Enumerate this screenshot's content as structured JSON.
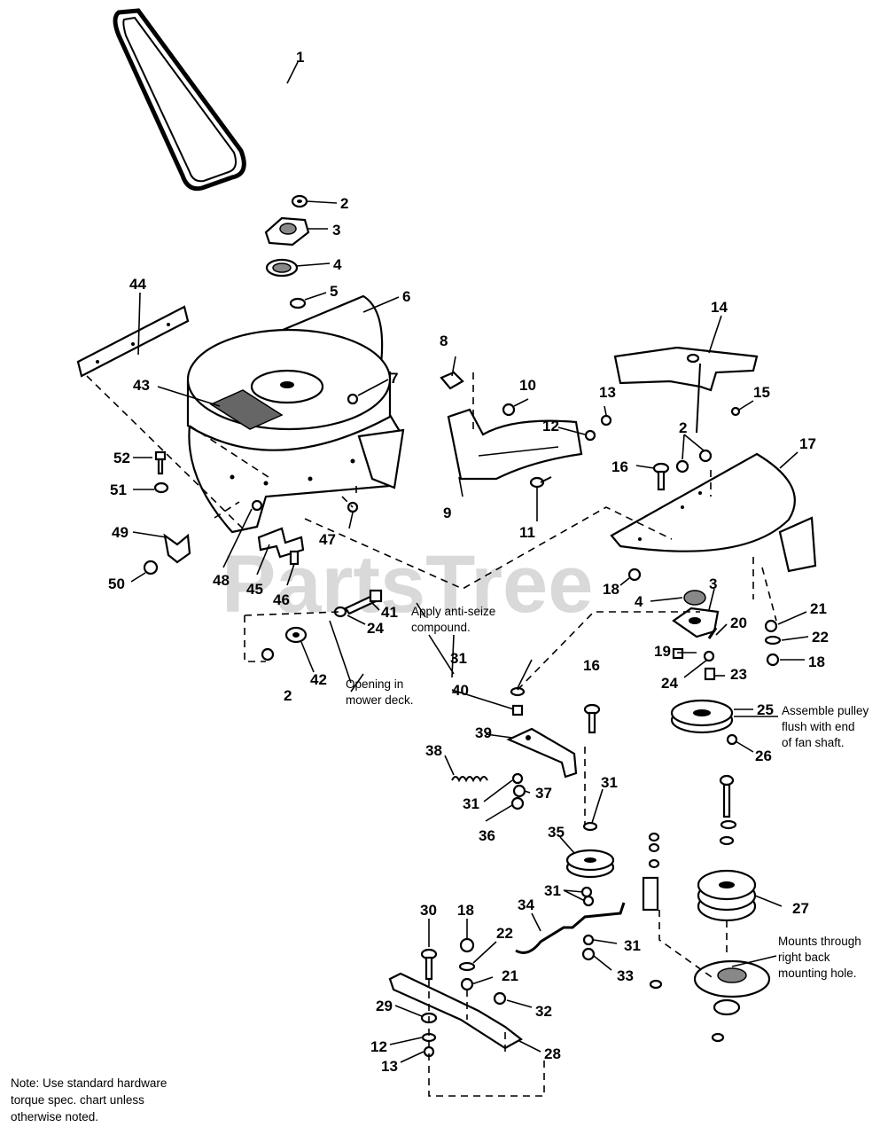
{
  "watermark": {
    "text": "PartsTree",
    "trademark": "™"
  },
  "callouts": [
    {
      "id": "c1",
      "text": "1"
    },
    {
      "id": "c2a",
      "text": "2"
    },
    {
      "id": "c3a",
      "text": "3"
    },
    {
      "id": "c4a",
      "text": "4"
    },
    {
      "id": "c5",
      "text": "5"
    },
    {
      "id": "c6",
      "text": "6"
    },
    {
      "id": "c7",
      "text": "7"
    },
    {
      "id": "c8",
      "text": "8"
    },
    {
      "id": "c9",
      "text": "9"
    },
    {
      "id": "c10",
      "text": "10"
    },
    {
      "id": "c11",
      "text": "11"
    },
    {
      "id": "c12a",
      "text": "12"
    },
    {
      "id": "c13a",
      "text": "13"
    },
    {
      "id": "c14",
      "text": "14"
    },
    {
      "id": "c15",
      "text": "15"
    },
    {
      "id": "c16a",
      "text": "16"
    },
    {
      "id": "c2b",
      "text": "2"
    },
    {
      "id": "c17",
      "text": "17"
    },
    {
      "id": "c18a",
      "text": "18"
    },
    {
      "id": "c4b",
      "text": "4"
    },
    {
      "id": "c3b",
      "text": "3"
    },
    {
      "id": "c19",
      "text": "19"
    },
    {
      "id": "c20",
      "text": "20"
    },
    {
      "id": "c24b",
      "text": "24"
    },
    {
      "id": "c23",
      "text": "23"
    },
    {
      "id": "c21a",
      "text": "21"
    },
    {
      "id": "c22a",
      "text": "22"
    },
    {
      "id": "c18b",
      "text": "18"
    },
    {
      "id": "c25",
      "text": "25"
    },
    {
      "id": "c26",
      "text": "26"
    },
    {
      "id": "c16b",
      "text": "16"
    },
    {
      "id": "c43",
      "text": "43"
    },
    {
      "id": "c44",
      "text": "44"
    },
    {
      "id": "c52",
      "text": "52"
    },
    {
      "id": "c51",
      "text": "51"
    },
    {
      "id": "c49",
      "text": "49"
    },
    {
      "id": "c50",
      "text": "50"
    },
    {
      "id": "c48",
      "text": "48"
    },
    {
      "id": "c45",
      "text": "45"
    },
    {
      "id": "c46",
      "text": "46"
    },
    {
      "id": "c47",
      "text": "47"
    },
    {
      "id": "c41",
      "text": "41"
    },
    {
      "id": "c24a",
      "text": "24"
    },
    {
      "id": "c42",
      "text": "42"
    },
    {
      "id": "c2c",
      "text": "2"
    },
    {
      "id": "c31a",
      "text": "31"
    },
    {
      "id": "c40",
      "text": "40"
    },
    {
      "id": "c39",
      "text": "39"
    },
    {
      "id": "c38",
      "text": "38"
    },
    {
      "id": "c31b",
      "text": "31"
    },
    {
      "id": "c37",
      "text": "37"
    },
    {
      "id": "c36",
      "text": "36"
    },
    {
      "id": "c31c",
      "text": "31"
    },
    {
      "id": "c35",
      "text": "35"
    },
    {
      "id": "c31d",
      "text": "31"
    },
    {
      "id": "c34",
      "text": "34"
    },
    {
      "id": "c31e",
      "text": "31"
    },
    {
      "id": "c33",
      "text": "33"
    },
    {
      "id": "c27",
      "text": "27"
    },
    {
      "id": "c30",
      "text": "30"
    },
    {
      "id": "c18c",
      "text": "18"
    },
    {
      "id": "c22b",
      "text": "22"
    },
    {
      "id": "c21b",
      "text": "21"
    },
    {
      "id": "c32",
      "text": "32"
    },
    {
      "id": "c29",
      "text": "29"
    },
    {
      "id": "c12b",
      "text": "12"
    },
    {
      "id": "c13b",
      "text": "13"
    },
    {
      "id": "c28",
      "text": "28"
    }
  ],
  "notes": {
    "anti_seize": [
      "Apply anti-seize",
      "compound."
    ],
    "opening": [
      "Opening in",
      "mower deck."
    ],
    "assemble_pulley": [
      "Assemble pulley",
      "flush with end",
      "of fan shaft."
    ],
    "mounts_through": [
      "Mounts through",
      "right back",
      "mounting hole."
    ],
    "hardware": [
      "Note: Use standard hardware",
      "torque spec. chart unless",
      "otherwise noted."
    ]
  }
}
